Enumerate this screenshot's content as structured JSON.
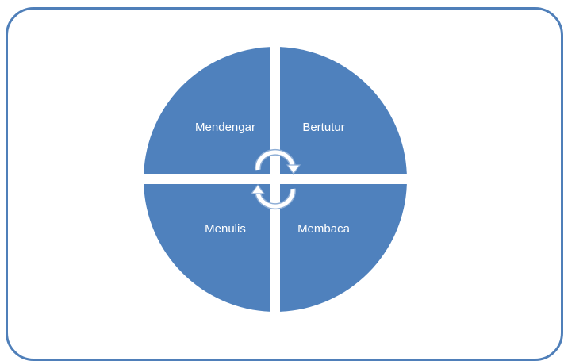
{
  "diagram": {
    "quadrants": {
      "top_left": {
        "label": "Mendengar"
      },
      "top_right": {
        "label": "Bertutur"
      },
      "bottom_left": {
        "label": "Menulis"
      },
      "bottom_right": {
        "label": "Membaca"
      }
    },
    "center_icon": "cycle-arrows-icon",
    "colors": {
      "frame_border": "#4f7fb9",
      "quadrant_fill": "#4f81bd",
      "label_text": "#ffffff",
      "cycle_arrow_fill": "#ffffff",
      "cycle_arrow_stroke": "#8eaed6"
    }
  }
}
